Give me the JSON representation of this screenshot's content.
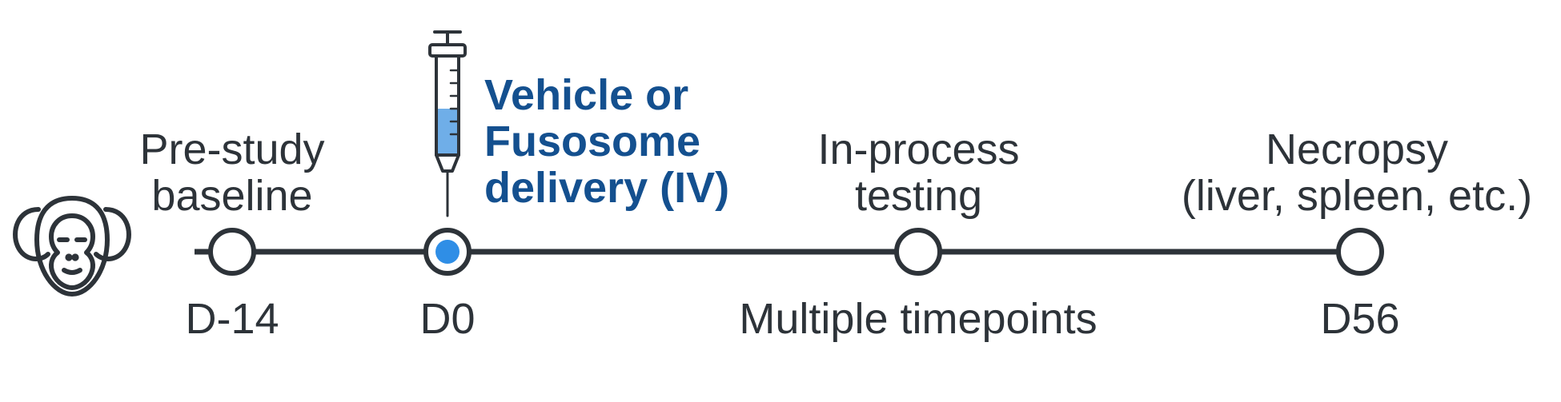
{
  "colors": {
    "ink": "#2d3339",
    "accent_text": "#14508f",
    "liquid": "#6faee8",
    "dot": "#2f8ee6"
  },
  "subject": {
    "icon": "monkey-face-icon"
  },
  "instrument": {
    "icon": "syringe-icon"
  },
  "events": [
    {
      "day": "D-14",
      "lines": [
        "Pre-study",
        "baseline"
      ]
    },
    {
      "day": "D0",
      "lines": [
        "Vehicle or",
        "Fusosome",
        "delivery (IV)"
      ]
    },
    {
      "day": "Multiple timepoints",
      "lines": [
        "In-process",
        "testing"
      ]
    },
    {
      "day": "D56",
      "lines": [
        "Necropsy",
        "(liver, spleen, etc.)"
      ]
    }
  ]
}
